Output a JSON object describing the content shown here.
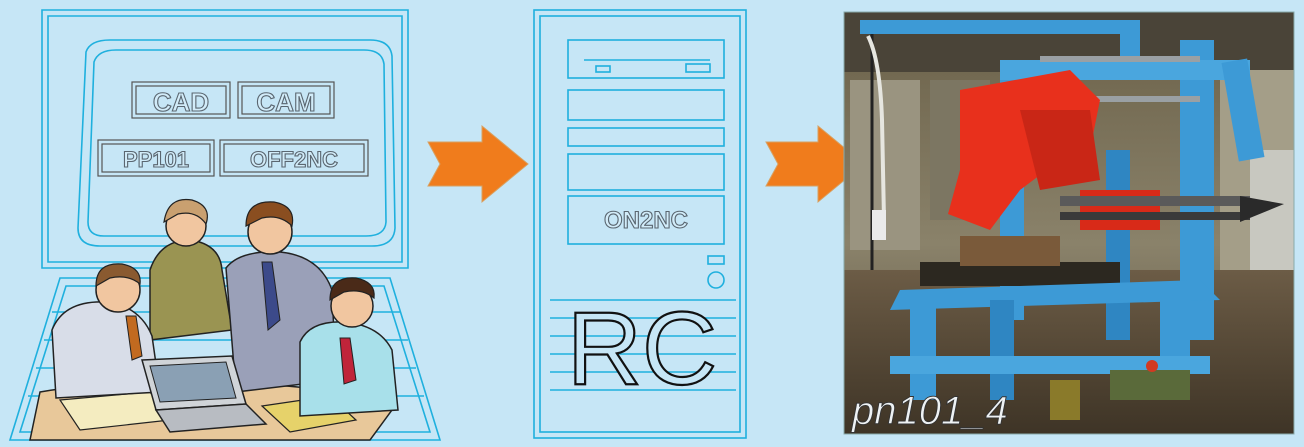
{
  "workstation": {
    "labels": [
      "CAD",
      "CAM",
      "PP101",
      "OFF2NC"
    ]
  },
  "controller": {
    "module_label": "ON2NC",
    "logo": "RC"
  },
  "machine_photo": {
    "caption": "pn101_4"
  },
  "colors": {
    "background": "#c6e6f6",
    "outline": "#1fb0de",
    "arrow": "#f07c1c",
    "machine_frame": "#3d9ad6",
    "machine_head": "#e8301c"
  },
  "icons": [
    "computer-monitor-icon",
    "keyboard-icon",
    "people-clipart",
    "arrow-right-icon",
    "pc-tower-icon",
    "machine-photo"
  ]
}
